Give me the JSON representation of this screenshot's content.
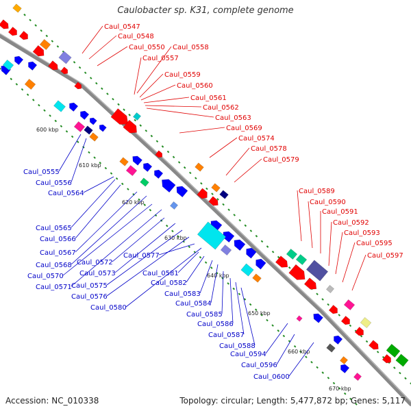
{
  "title": "Caulobacter sp. K31, complete genome",
  "footer": {
    "accession": "Accession: NC_010338",
    "summary": "Topology: circular; Length: 5,477,872 bp; Genes: 5,117"
  },
  "colors": {
    "forward_label": "#e00000",
    "reverse_label": "#0000c8",
    "backbone": "#888888",
    "gc_dot": "#228b22"
  },
  "ticks": [
    "600 kbp",
    "610 kbp",
    "620 kbp",
    "630 kbp",
    "640 kbp",
    "650 kbp",
    "660 kbp",
    "670 kbp"
  ],
  "forward_genes": [
    "Caul_0547",
    "Caul_0548",
    "Caul_0550",
    "Caul_0558",
    "Caul_0557",
    "Caul_0559",
    "Caul_0560",
    "Caul_0561",
    "Caul_0562",
    "Caul_0563",
    "Caul_0569",
    "Caul_0574",
    "Caul_0578",
    "Caul_0579",
    "Caul_0589",
    "Caul_0590",
    "Caul_0591",
    "Caul_0592",
    "Caul_0593",
    "Caul_0595",
    "Caul_0597"
  ],
  "reverse_genes": [
    "Caul_0555",
    "Caul_0556",
    "Caul_0564",
    "Caul_0565",
    "Caul_0566",
    "Caul_0567",
    "Caul_0568",
    "Caul_0570",
    "Caul_0571",
    "Caul_0572",
    "Caul_0573",
    "Caul_0575",
    "Caul_0576",
    "Caul_0577",
    "Caul_0580",
    "Caul_0581",
    "Caul_0582",
    "Caul_0583",
    "Caul_0584",
    "Caul_0585",
    "Caul_0586",
    "Caul_0587",
    "Caul_0588",
    "Caul_0594",
    "Caul_0596",
    "Caul_0600"
  ]
}
